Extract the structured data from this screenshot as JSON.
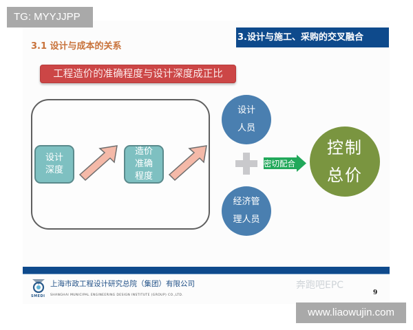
{
  "watermarks": {
    "top_left": "TG: MYYJJPP",
    "bottom_right": "www.liaowujin.com",
    "wechat": "奔跑吧EPC"
  },
  "slide": {
    "section_title": "3.1 设计与成本的关系",
    "section_banner": "3.设计与施工、采购的交叉融合",
    "red_banner": "工程造价的准确程度与设计深度成正比",
    "flow": {
      "box1": {
        "line1": "设计",
        "line2": "深度"
      },
      "box2": {
        "line1": "造价",
        "line2": "准确",
        "line3": "程度"
      }
    },
    "circles": {
      "designers": {
        "line1": "设计",
        "line2": "人员"
      },
      "econ_managers": {
        "line1": "经济管",
        "line2": "理人员"
      },
      "control": {
        "line1": "控制",
        "line2": "总价"
      }
    },
    "green_arrow_label": "密切配合",
    "footer": {
      "company_cn": "上海市政工程设计研究总院（集团）有限公司",
      "company_en": "SHANGHAI MUNICIPAL ENGINEERING DESIGN INSTITUTE (GROUP) CO.,LTD.",
      "logo_text": "SMEDI",
      "page_number": "9"
    },
    "colors": {
      "banner_blue": "#0e4a8c",
      "red_banner": "#cc4646",
      "teal": "#7ec0c1",
      "arrow_pink": "#f4b9a8",
      "circle_blue": "#4a7fb0",
      "olive": "#7a9540",
      "green_arrow": "#21a85a",
      "title_orange": "#c8723a"
    }
  }
}
